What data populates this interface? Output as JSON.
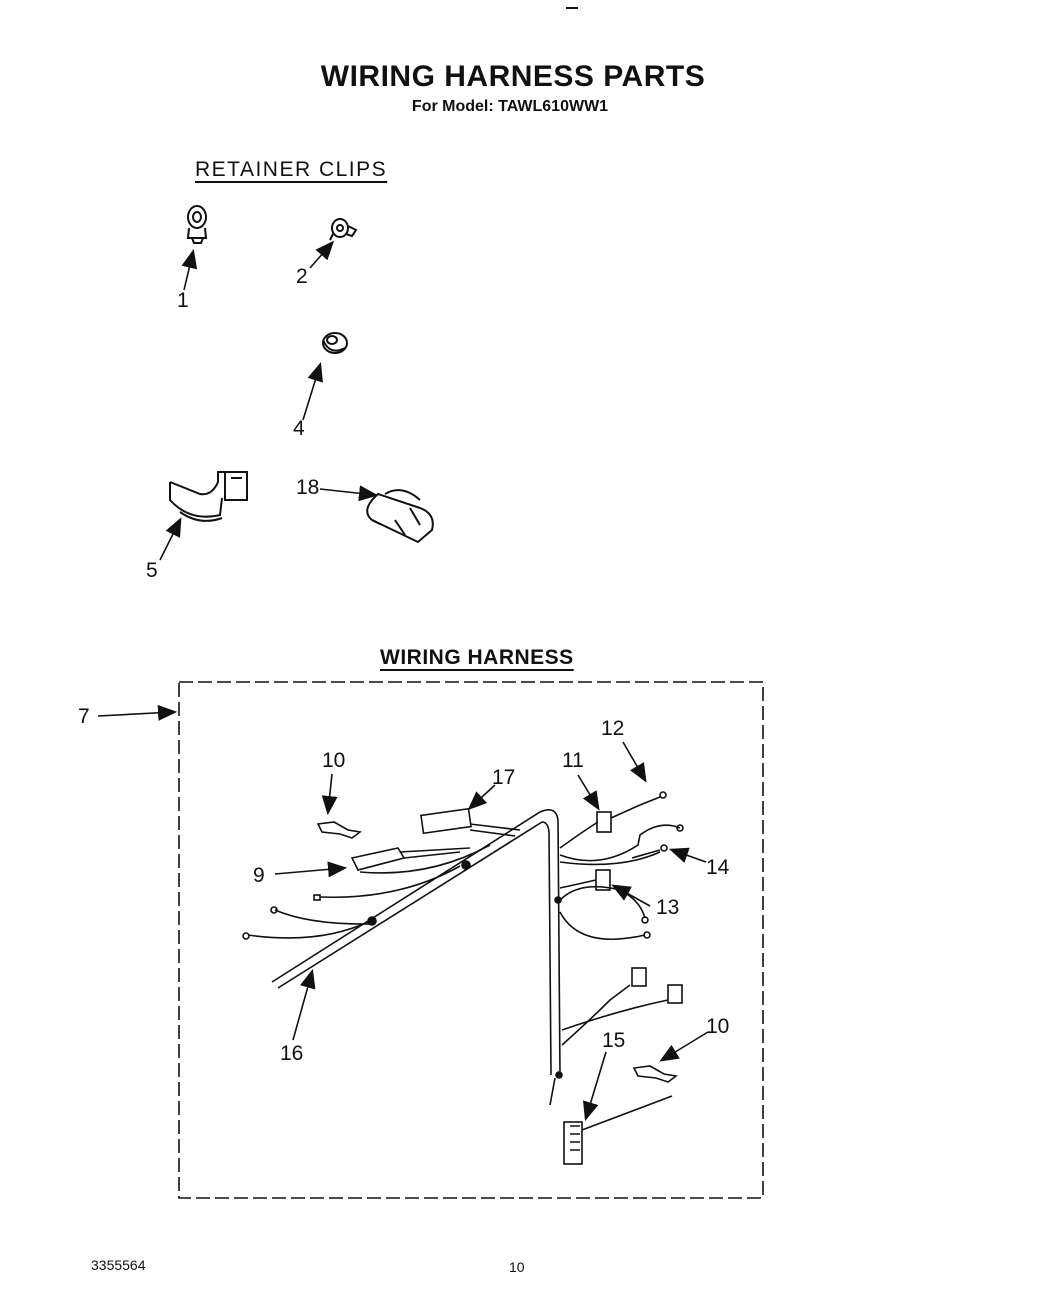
{
  "header": {
    "title": "WIRING HARNESS PARTS",
    "model": "For Model: TAWL610WW1"
  },
  "sections": {
    "retainer_clips": "RETAINER CLIPS",
    "wiring_harness": "WIRING HARNESS"
  },
  "callouts": {
    "c1": "1",
    "c2": "2",
    "c4": "4",
    "c5": "5",
    "c18": "18",
    "c7": "7",
    "c9": "9",
    "c10a": "10",
    "c10b": "10",
    "c11": "11",
    "c12": "12",
    "c13": "13",
    "c14": "14",
    "c15": "15",
    "c16": "16",
    "c17": "17"
  },
  "footer": {
    "doc_number": "3355564",
    "page_number": "10"
  },
  "colors": {
    "ink": "#111111",
    "paper": "#ffffff"
  }
}
